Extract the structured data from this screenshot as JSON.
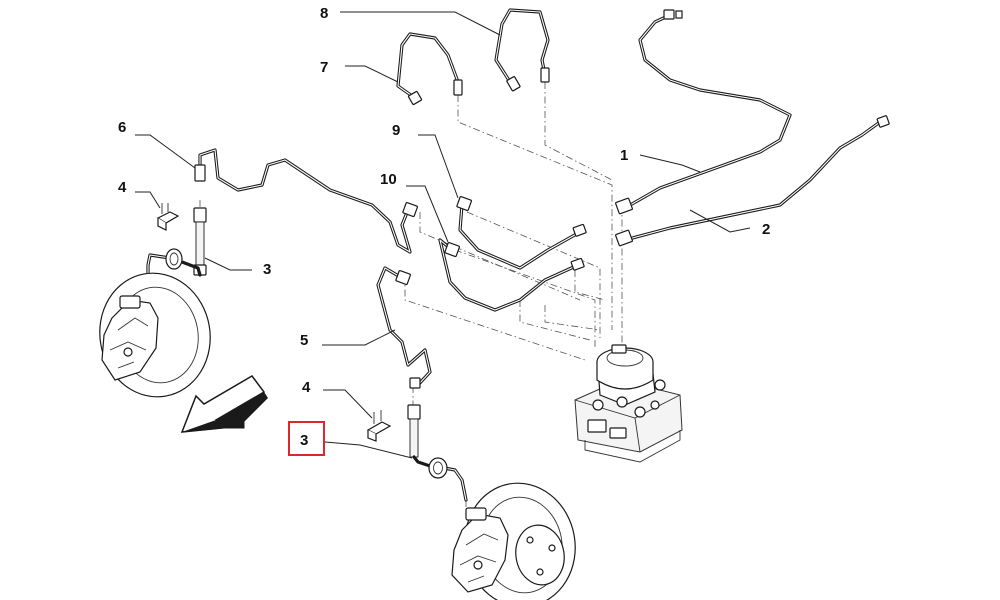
{
  "diagram": {
    "callouts": [
      {
        "id": "c8",
        "text": "8"
      },
      {
        "id": "c7",
        "text": "7"
      },
      {
        "id": "c6",
        "text": "6"
      },
      {
        "id": "c4a",
        "text": "4"
      },
      {
        "id": "c3a",
        "text": "3"
      },
      {
        "id": "c9",
        "text": "9"
      },
      {
        "id": "c10",
        "text": "10"
      },
      {
        "id": "c1",
        "text": "1"
      },
      {
        "id": "c2",
        "text": "2"
      },
      {
        "id": "c5",
        "text": "5"
      },
      {
        "id": "c4b",
        "text": "4"
      },
      {
        "id": "c3b",
        "text": "3",
        "highlighted": true
      }
    ],
    "highlight_color": "#e0262c",
    "line_color": "#1a1a1a",
    "icons": [
      "direction-arrow-icon"
    ]
  }
}
